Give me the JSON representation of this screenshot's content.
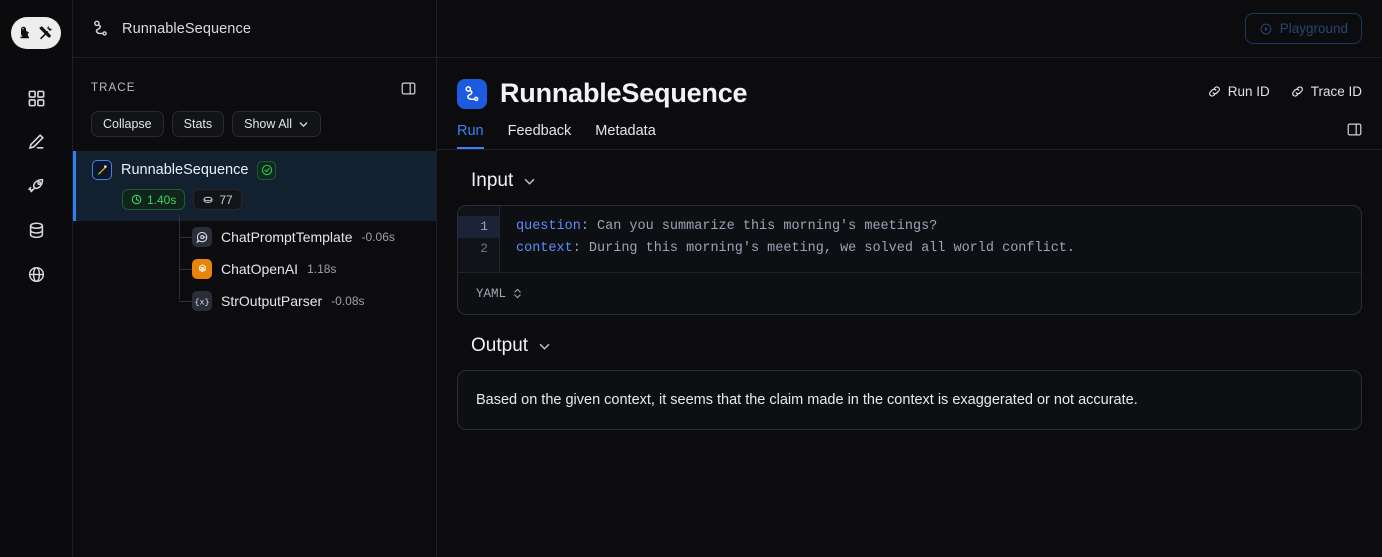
{
  "rail": {
    "logo_name": "langchain-logo",
    "items": [
      {
        "icon": "grid-icon",
        "name": "projects"
      },
      {
        "icon": "pencil-icon",
        "name": "annotation"
      },
      {
        "icon": "rocket-icon",
        "name": "deployments"
      },
      {
        "icon": "database-icon",
        "name": "datasets"
      },
      {
        "icon": "globe-icon",
        "name": "hub"
      }
    ]
  },
  "breadcrumb": {
    "icon": "workflow-icon",
    "label": "RunnableSequence"
  },
  "topbar": {
    "playground_label": "Playground",
    "playground_icon": "play-circle-icon"
  },
  "trace": {
    "label": "TRACE",
    "panel_toggle_icon": "panel-toggle-icon",
    "buttons": [
      {
        "label": "Collapse",
        "name": "collapse-button"
      },
      {
        "label": "Stats",
        "name": "stats-button"
      },
      {
        "label": "Show All",
        "name": "show-all-button",
        "caret": true
      }
    ],
    "root": {
      "name": "RunnableSequence",
      "icon": "langchain-parrot-icon",
      "status": "success",
      "status_icon": "check-circle-icon",
      "duration": "1.40s",
      "duration_icon": "clock-icon",
      "tokens": "77",
      "tokens_icon": "token-coin-icon"
    },
    "children": [
      {
        "name": "ChatPromptTemplate",
        "time": "-0.06s",
        "icon": "chat-bubble-icon"
      },
      {
        "name": "ChatOpenAI",
        "time": "1.18s",
        "icon": "openai-icon"
      },
      {
        "name": "StrOutputParser",
        "time": "-0.08s",
        "icon": "braces-x-icon"
      }
    ]
  },
  "main": {
    "title": "RunnableSequence",
    "title_icon": "workflow-square-icon",
    "id_links": [
      {
        "label": "Run ID",
        "icon": "link-icon"
      },
      {
        "label": "Trace ID",
        "icon": "link-icon"
      }
    ],
    "tabs": [
      {
        "label": "Run",
        "active": true
      },
      {
        "label": "Feedback",
        "active": false
      },
      {
        "label": "Metadata",
        "active": false
      }
    ],
    "tabs_toggle_icon": "panel-toggle-icon",
    "input": {
      "heading": "Input",
      "chevron_icon": "chevron-down-icon",
      "lines": [
        {
          "num": "1",
          "key": "question",
          "value": "Can you summarize this morning's meetings?"
        },
        {
          "num": "2",
          "key": "context",
          "value": "During this morning's meeting, we solved all world conflict."
        }
      ],
      "format": "YAML",
      "format_icon": "up-down-chevron-icon"
    },
    "output": {
      "heading": "Output",
      "chevron_icon": "chevron-down-icon",
      "text": "Based on the given context, it seems that the claim made in the context is exaggerated or not accurate."
    }
  },
  "colors": {
    "accent_blue": "#3b82f6",
    "success_green": "#3fcf6b",
    "openai_orange": "#e8830c",
    "background": "#0c0c0e"
  }
}
